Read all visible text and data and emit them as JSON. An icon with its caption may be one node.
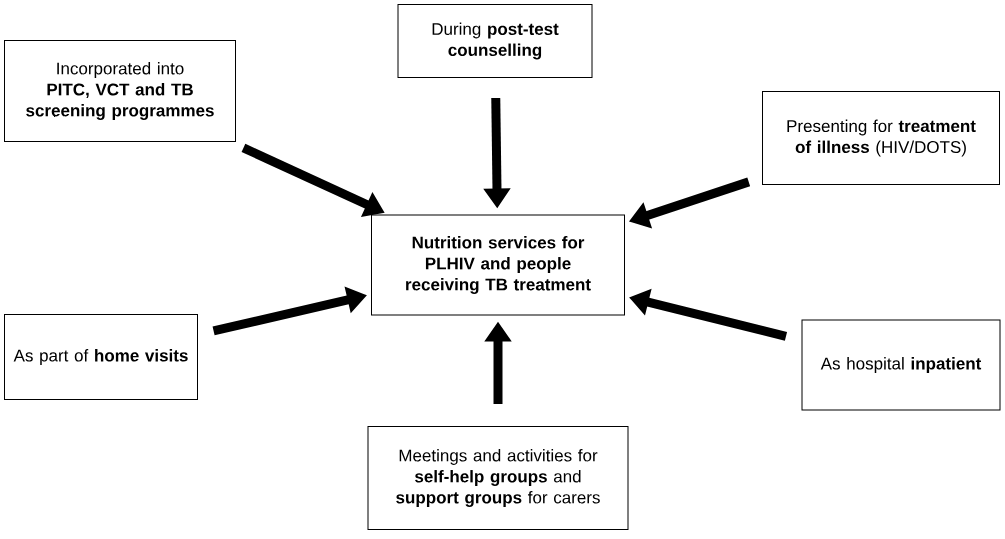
{
  "diagram": {
    "nodes": [
      {
        "text": [
          "During **post-test counselling**"
        ]
      },
      {
        "text": [
          "Incorporated into **PITC, VCT and TB screening programmes**"
        ]
      },
      {
        "text": [
          "Presenting for **treatment of illness** (HIV/DOTS)"
        ]
      },
      {
        "text": [
          "Nutrition services for PLHIV and people receiving TB treatment"
        ]
      },
      {
        "text": [
          "As part of **home visits**"
        ]
      },
      {
        "text": [
          "As hospital **inpatient**"
        ]
      },
      {
        "text": [
          "Meetings and activities for **self-help groups** and **support groups** for carers"
        ]
      }
    ],
    "edges": [
      {
        "from": 0,
        "to": 3,
        "arrow": "to"
      },
      {
        "from": 1,
        "to": 3,
        "arrow": "to"
      },
      {
        "from": 2,
        "to": 3,
        "arrow": "to"
      },
      {
        "from": 4,
        "to": 3,
        "arrow": "to"
      },
      {
        "from": 5,
        "to": 3,
        "arrow": "to"
      },
      {
        "from": 6,
        "to": 3,
        "arrow": "to"
      }
    ]
  }
}
